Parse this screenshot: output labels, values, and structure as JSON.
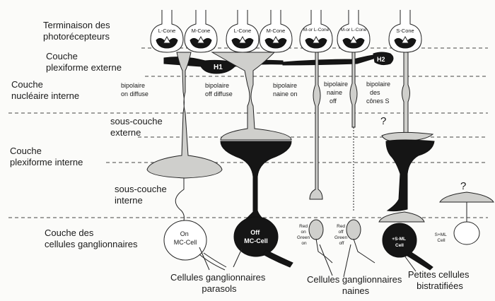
{
  "layers": {
    "photoreceptor_terminals": [
      "Terminaison des",
      "photorécepteurs"
    ],
    "outer_plexiform": [
      "Couche",
      "plexiforme externe"
    ],
    "inner_nuclear": [
      "Couche",
      "nucléaire interne"
    ],
    "outer_sublayer": [
      "sous-couche",
      "externe"
    ],
    "inner_plexiform": [
      "Couche",
      "plexiforme interne"
    ],
    "inner_sublayer": [
      "sous-couche",
      "interne"
    ],
    "ganglion_cells": [
      "Couche des",
      "cellules ganglionnaires"
    ]
  },
  "cones": [
    "L-Cone",
    "M-Cone",
    "L-Cone",
    "M-Cone",
    "M-or L-Cone",
    "M-or L-Cone",
    "S-Cone"
  ],
  "horizontal_cells": {
    "h1": "H1",
    "h2": "H2"
  },
  "bipolars": {
    "on_diffuse": [
      "bipolaire",
      "on diffuse"
    ],
    "off_diffuse": [
      "bipolaire",
      "off diffuse"
    ],
    "midget_on": [
      "bipolaire",
      "naine on"
    ],
    "midget_off": [
      "bipolaire",
      "naine",
      "off"
    ],
    "s_cone": [
      "bipolaire",
      "des",
      "cônes S"
    ]
  },
  "ganglion_cells": {
    "on_mc": [
      "On",
      "MC-Cell"
    ],
    "off_mc": [
      "Off",
      "MC-Cell"
    ],
    "red_on": [
      "Red",
      "on",
      "Green",
      "on"
    ],
    "red_off": [
      "Red",
      "off",
      "Green",
      "off"
    ],
    "s_ml_cell": [
      "+S-ML",
      "Cell"
    ],
    "s_ml_small": [
      "S+ML",
      "Cell"
    ]
  },
  "unknown_marks": [
    "?",
    "?"
  ],
  "groups": {
    "parasol": [
      "Cellules ganglionnaires",
      "parasols"
    ],
    "midget": [
      "Cellules ganglionnaires",
      "naines"
    ],
    "bistratified": [
      "Petites cellules",
      "bistratifiées"
    ]
  }
}
